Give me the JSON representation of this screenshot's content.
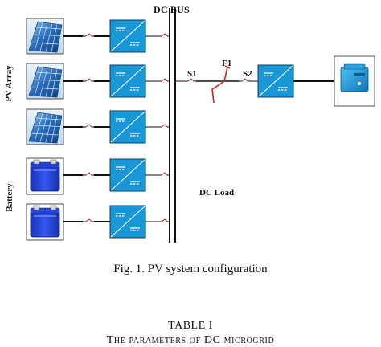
{
  "diagram": {
    "bus_label": "DC BUS",
    "pv_group_label": "PV Array",
    "battery_group_label": "Battery",
    "switch1_label": "S1",
    "fault_label": "F1",
    "switch2_label": "S2",
    "load_label": "DC Load",
    "pv_panel_count": 3,
    "battery_count": 2,
    "colors": {
      "converter_fill": "#1896d6",
      "panel_blue": "#1d5fa8",
      "battery_blue": "#1f3fd0",
      "fault_red": "#d21f1f",
      "line": "#111111"
    }
  },
  "caption": "Fig. 1.  PV system configuration",
  "table": {
    "title": "TABLE I",
    "subtitle": "The parameters of DC microgrid"
  }
}
